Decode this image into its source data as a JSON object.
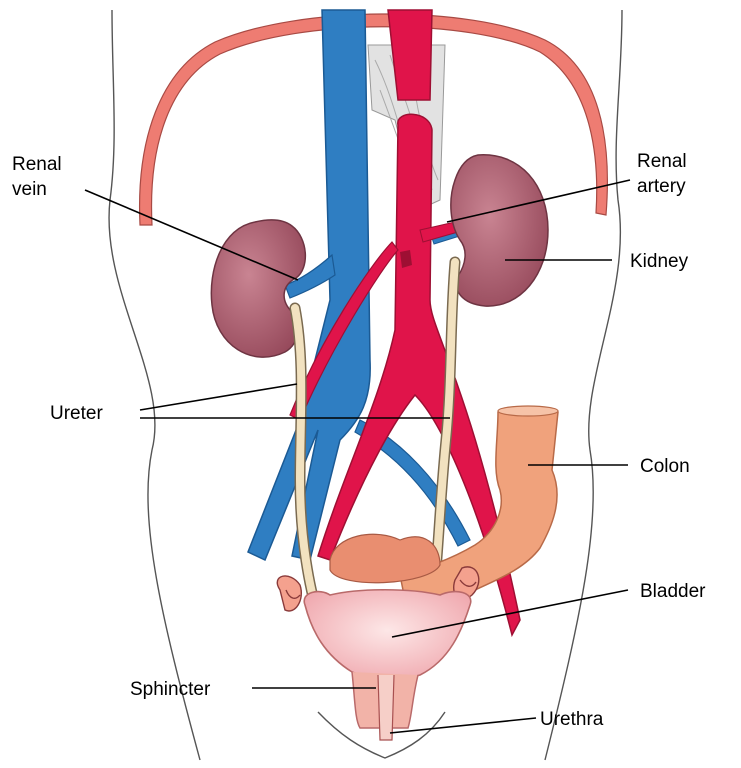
{
  "labels": {
    "renal_vein_line1": "Renal",
    "renal_vein_line2": "vein",
    "renal_artery_line1": "Renal",
    "renal_artery_line2": "artery",
    "kidney": "Kidney",
    "ureter": "Ureter",
    "colon": "Colon",
    "bladder": "Bladder",
    "sphincter": "Sphincter",
    "urethra": "Urethra"
  },
  "colors": {
    "vein": "#2f7ec2",
    "vein_dark": "#1b5a94",
    "artery": "#e0144a",
    "artery_dark": "#9e0f33",
    "kidney": "#a85a6a",
    "kidney_light": "#c98492",
    "ureter": "#f2e2c0",
    "colon": "#f0a27c",
    "bladder": "#f7c6c6",
    "diaphragm": "#ee7c72",
    "tendon": "#d9d9d9",
    "outline": "#555555"
  }
}
